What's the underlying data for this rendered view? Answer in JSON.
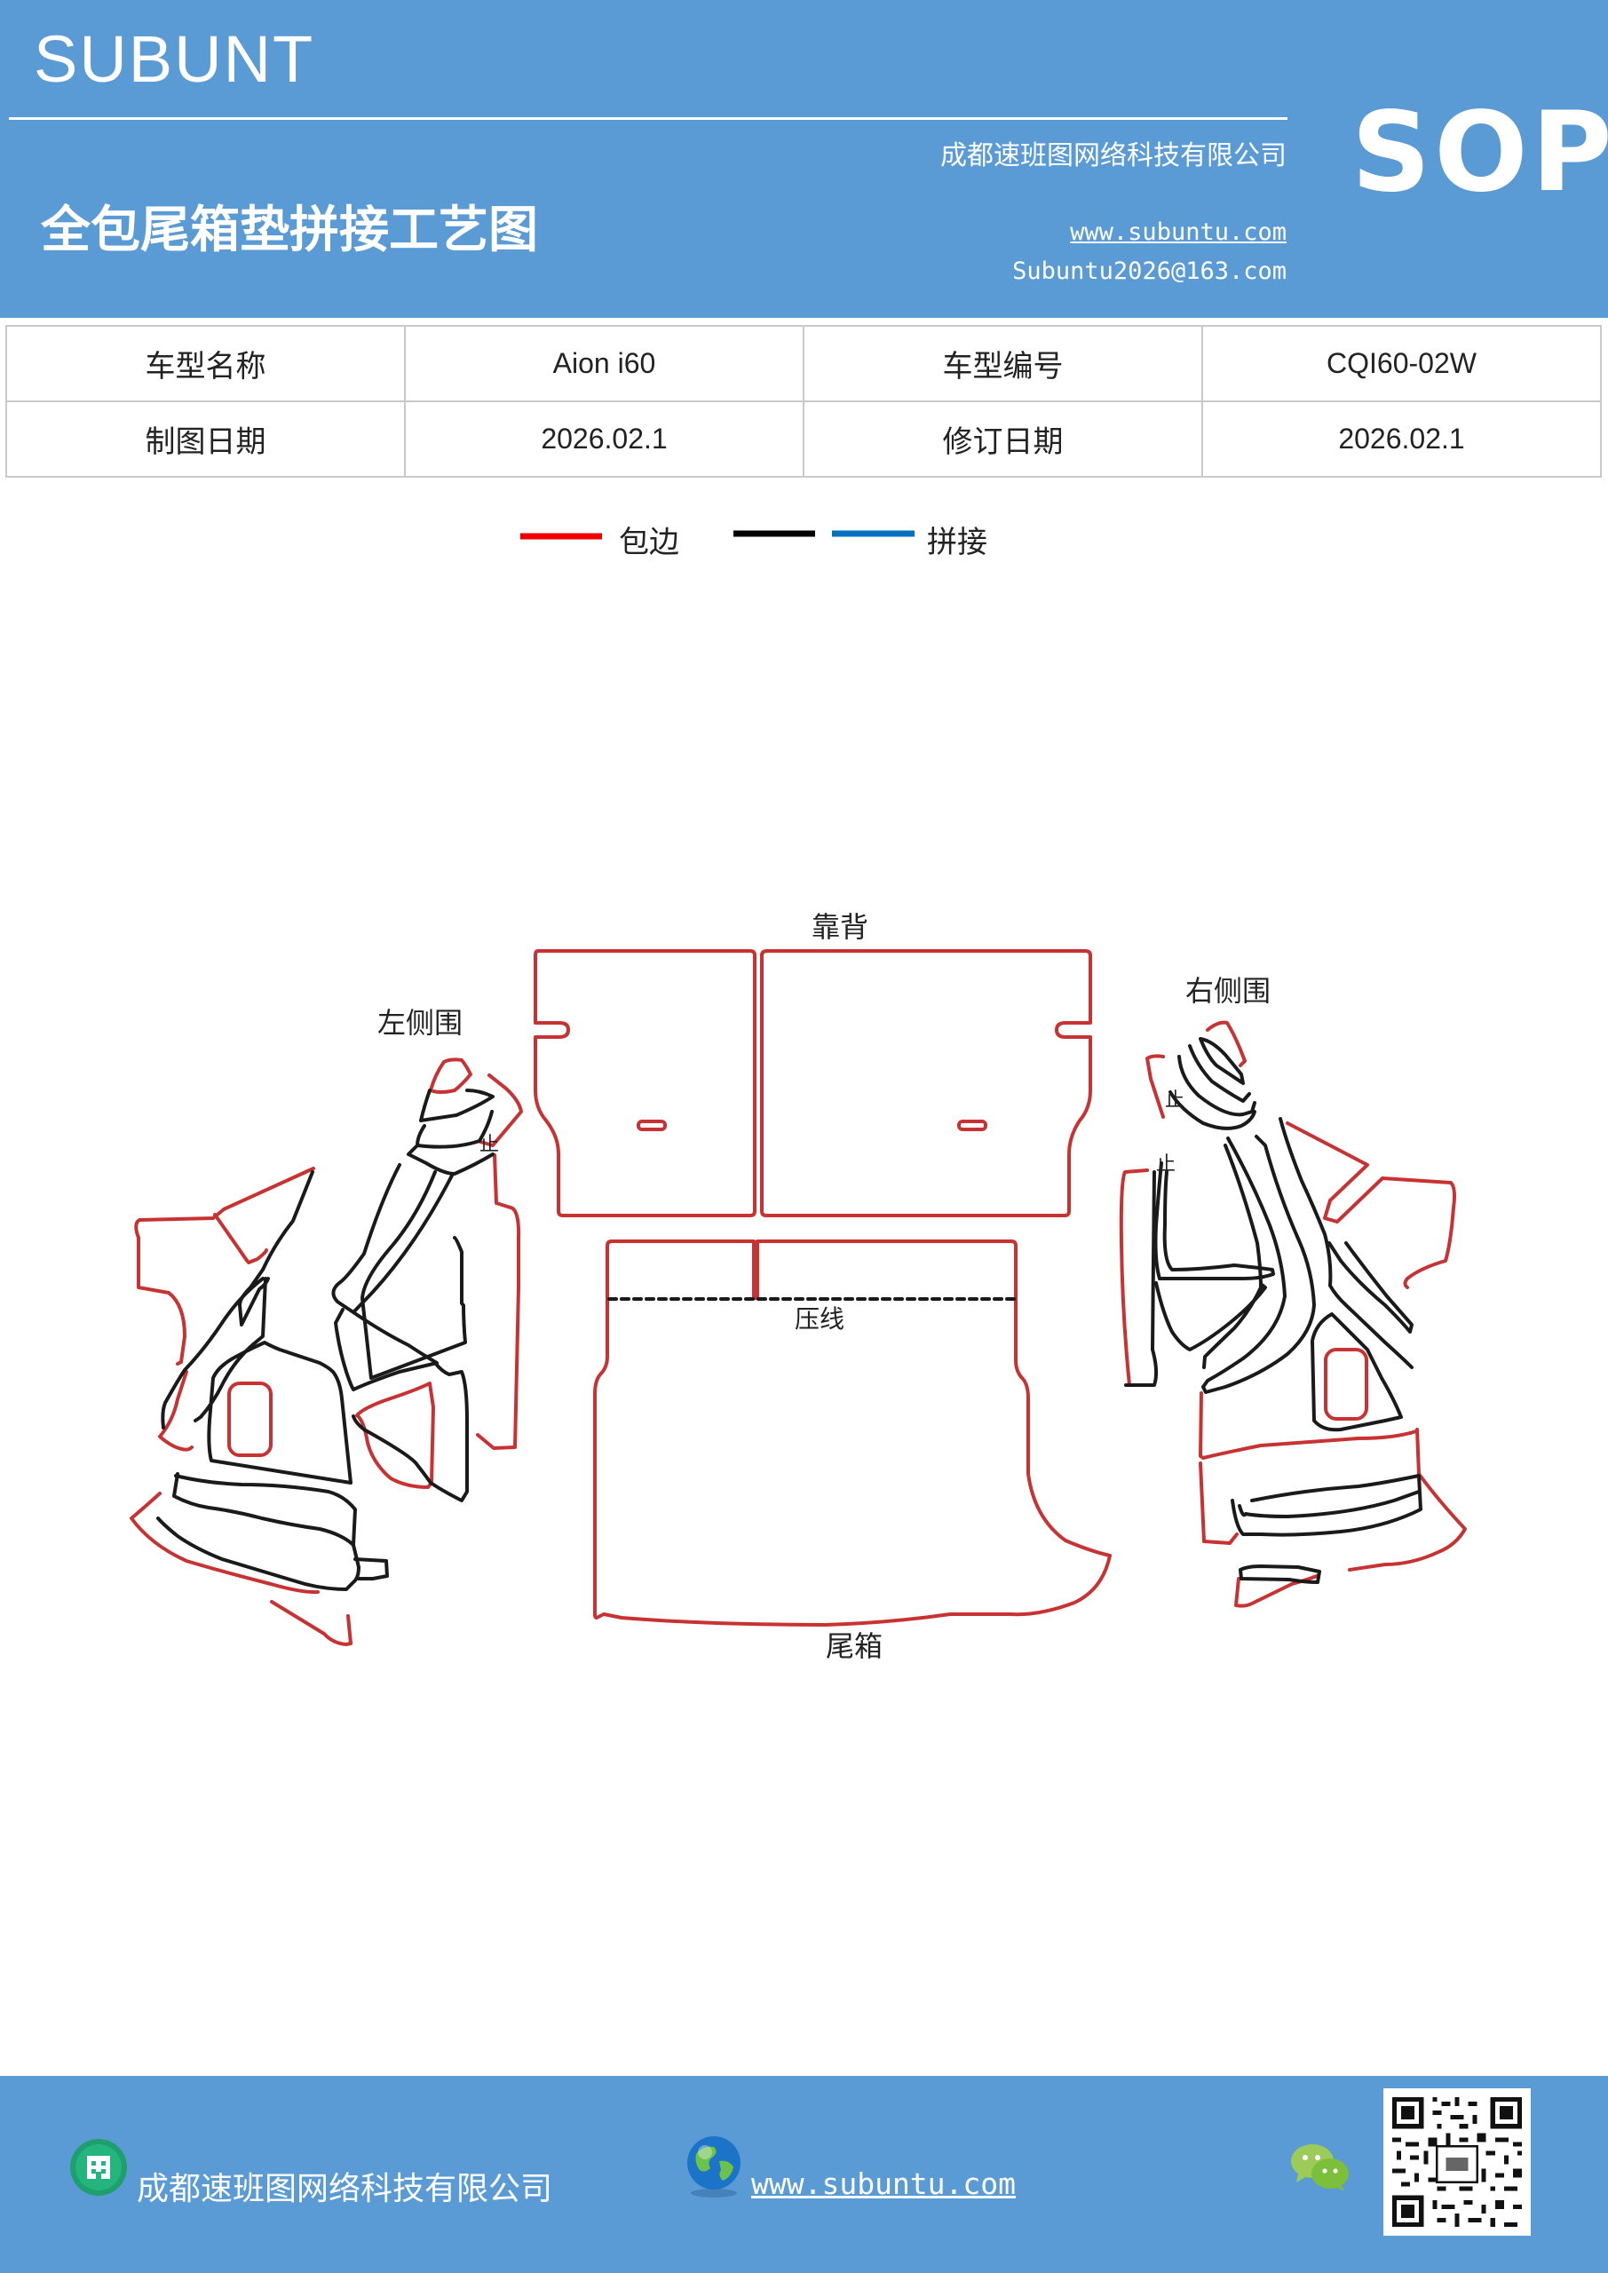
{
  "header": {
    "brand": "SUBUNT",
    "company": "成都速班图网络科技有限公司",
    "title": "全包尾箱垫拼接工艺图",
    "website": "www.subuntu.com",
    "email": "Subuntu2026@163.com",
    "badge": "SOP"
  },
  "info_table": {
    "rows": [
      {
        "label1": "车型名称",
        "value1": "Aion  i60",
        "label2": "车型编号",
        "value2": "CQI60-02W"
      },
      {
        "label1": "制图日期",
        "value1": "2026.02.1",
        "label2": "修订日期",
        "value2": "2026.02.1"
      }
    ]
  },
  "legend": {
    "items": [
      {
        "label": "包边",
        "color": "#ee0000"
      },
      {
        "label": "",
        "color": "#000000"
      },
      {
        "label": "拼接",
        "color": "#0070c0"
      }
    ]
  },
  "diagram": {
    "labels": {
      "backrest": "靠背",
      "left_side": "左侧围",
      "right_side": "右侧围",
      "crease": "压线",
      "trunk": "尾箱",
      "mark_left": "止",
      "mark_right_1": "止",
      "mark_right_2": "止"
    },
    "colors": {
      "edge": "#c83232",
      "seam": "#1a1a1a"
    }
  },
  "footer": {
    "company": "成都速班图网络科技有限公司",
    "website": "www.subuntu.com",
    "icons": [
      "building-icon",
      "globe-icon",
      "wechat-icon",
      "qr-code"
    ]
  }
}
